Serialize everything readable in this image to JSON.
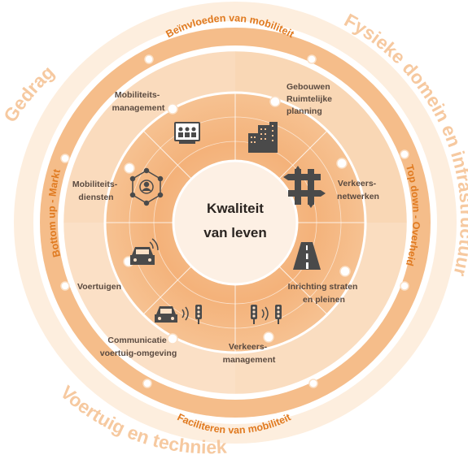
{
  "center": {
    "line1": "Kwaliteit",
    "line2": "van leven"
  },
  "outer_labels": {
    "top_right": "Fysieke domein en infrastructuur",
    "bottom_left": "Voertuig en techniek",
    "top_left": "Gedrag"
  },
  "band_labels": {
    "top": "Beïnvloeden van mobiliteit",
    "bottom": "Faciliteren van mobiliteit",
    "left": "Bottom up - Markt",
    "right": "Top down - Overheid"
  },
  "segments": {
    "mobiliteitsmanagement": [
      "Mobiliteits-",
      "management"
    ],
    "gebouwen": [
      "Gebouwen",
      "Ruimtelijke",
      "planning"
    ],
    "verkeersnetwerken": [
      "Verkeers-",
      "netwerken"
    ],
    "inrichting": [
      "Inrichting straten",
      "en pleinen"
    ],
    "verkeersmanagement": [
      "Verkeers-",
      "management"
    ],
    "communicatie": [
      "Communicatie",
      "voertuig-omgeving"
    ],
    "voertuigen": [
      "Voertuigen"
    ],
    "mobiliteitsdiensten": [
      "Mobiliteits-",
      "diensten"
    ]
  },
  "icons": [
    "meeting-icon",
    "buildings-icon",
    "intersection-icon",
    "road-icon",
    "traffic-lights-icon",
    "car-signal-icon",
    "connected-car-icon",
    "network-people-icon"
  ],
  "colors": {
    "outer_ring": "#fbe3cc",
    "band": "#f3b27a",
    "inner_light": "#fad7b6",
    "inner_mid": "#f6c193",
    "inner_dark": "#f2a463",
    "accent": "#e07a20",
    "icon": "#4a4a4a"
  }
}
